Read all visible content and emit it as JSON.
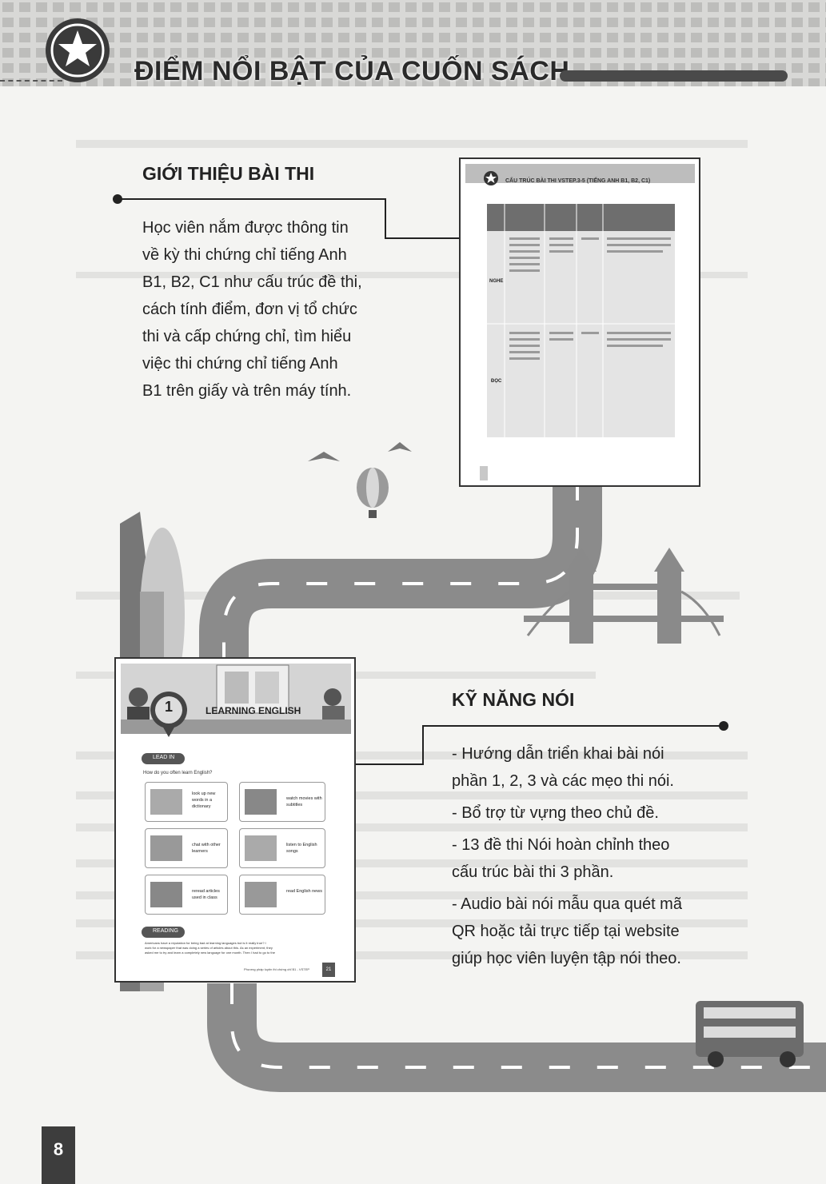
{
  "header": {
    "title": "ĐIỂM NỔI BẬT CỦA CUỐN SÁCH",
    "icon": "star-icon"
  },
  "intro": {
    "heading": "GIỚI THIỆU BÀI THI",
    "lines": [
      "Học viên nắm được thông tin",
      "về kỳ thi chứng chỉ tiếng Anh",
      "B1, B2, C1 như cấu trúc đề thi,",
      "cách tính điểm, đơn vị tổ chức",
      "thi và cấp chứng chỉ, tìm hiểu",
      "việc thi chứng chỉ tiếng Anh",
      "B1 trên giấy và trên máy tính."
    ]
  },
  "intro_page": {
    "title": "CẤU TRÚC BÀI THI VSTEP.3-5 (TIẾNG ANH B1, B2, C1)",
    "row_labels": [
      "NGHE",
      "ĐỌC"
    ]
  },
  "speaking": {
    "heading": "KỸ NĂNG NÓI",
    "lines": [
      "-  Hướng dẫn triển khai bài nói",
      "phần 1, 2, 3 và các mẹo thi nói.",
      "-  Bổ trợ từ vựng theo chủ đề.",
      "-  13 đề thi Nói hoàn chỉnh theo",
      "cấu trúc bài thi 3 phần.",
      "- Audio bài nói mẫu qua quét mã",
      "QR hoặc tải trực tiếp tại website",
      "giúp học viên luyện tập nói theo."
    ]
  },
  "speaking_page": {
    "unit_number": "1",
    "unit_title": "LEARNING ENGLISH",
    "lead_in": "LEAD IN",
    "question": "How do you often learn English?",
    "activities": [
      "look up new words in a dictionary",
      "watch movies with subtitles",
      "chat with other learners",
      "listen to English songs",
      "reread articles used in class",
      "read English news"
    ],
    "reading": "READING",
    "reading_lines": [
      "Americans have a reputation for being bad at learning languages but is it really true? I",
      "work for a newspaper that was doing a series of articles about this. As an experiment, they",
      "asked me to try and learn a completely new language for one month. Then I had to go to the"
    ],
    "footer": "Phương pháp luyện thi chứng chỉ B1 - VSTEP",
    "footer_page": "21"
  },
  "page_number": "8",
  "colors": {
    "road": "#8b8b8b",
    "road_marking": "#ffffff",
    "accent_dark": "#3d3d3d",
    "background": "#f4f4f2"
  }
}
